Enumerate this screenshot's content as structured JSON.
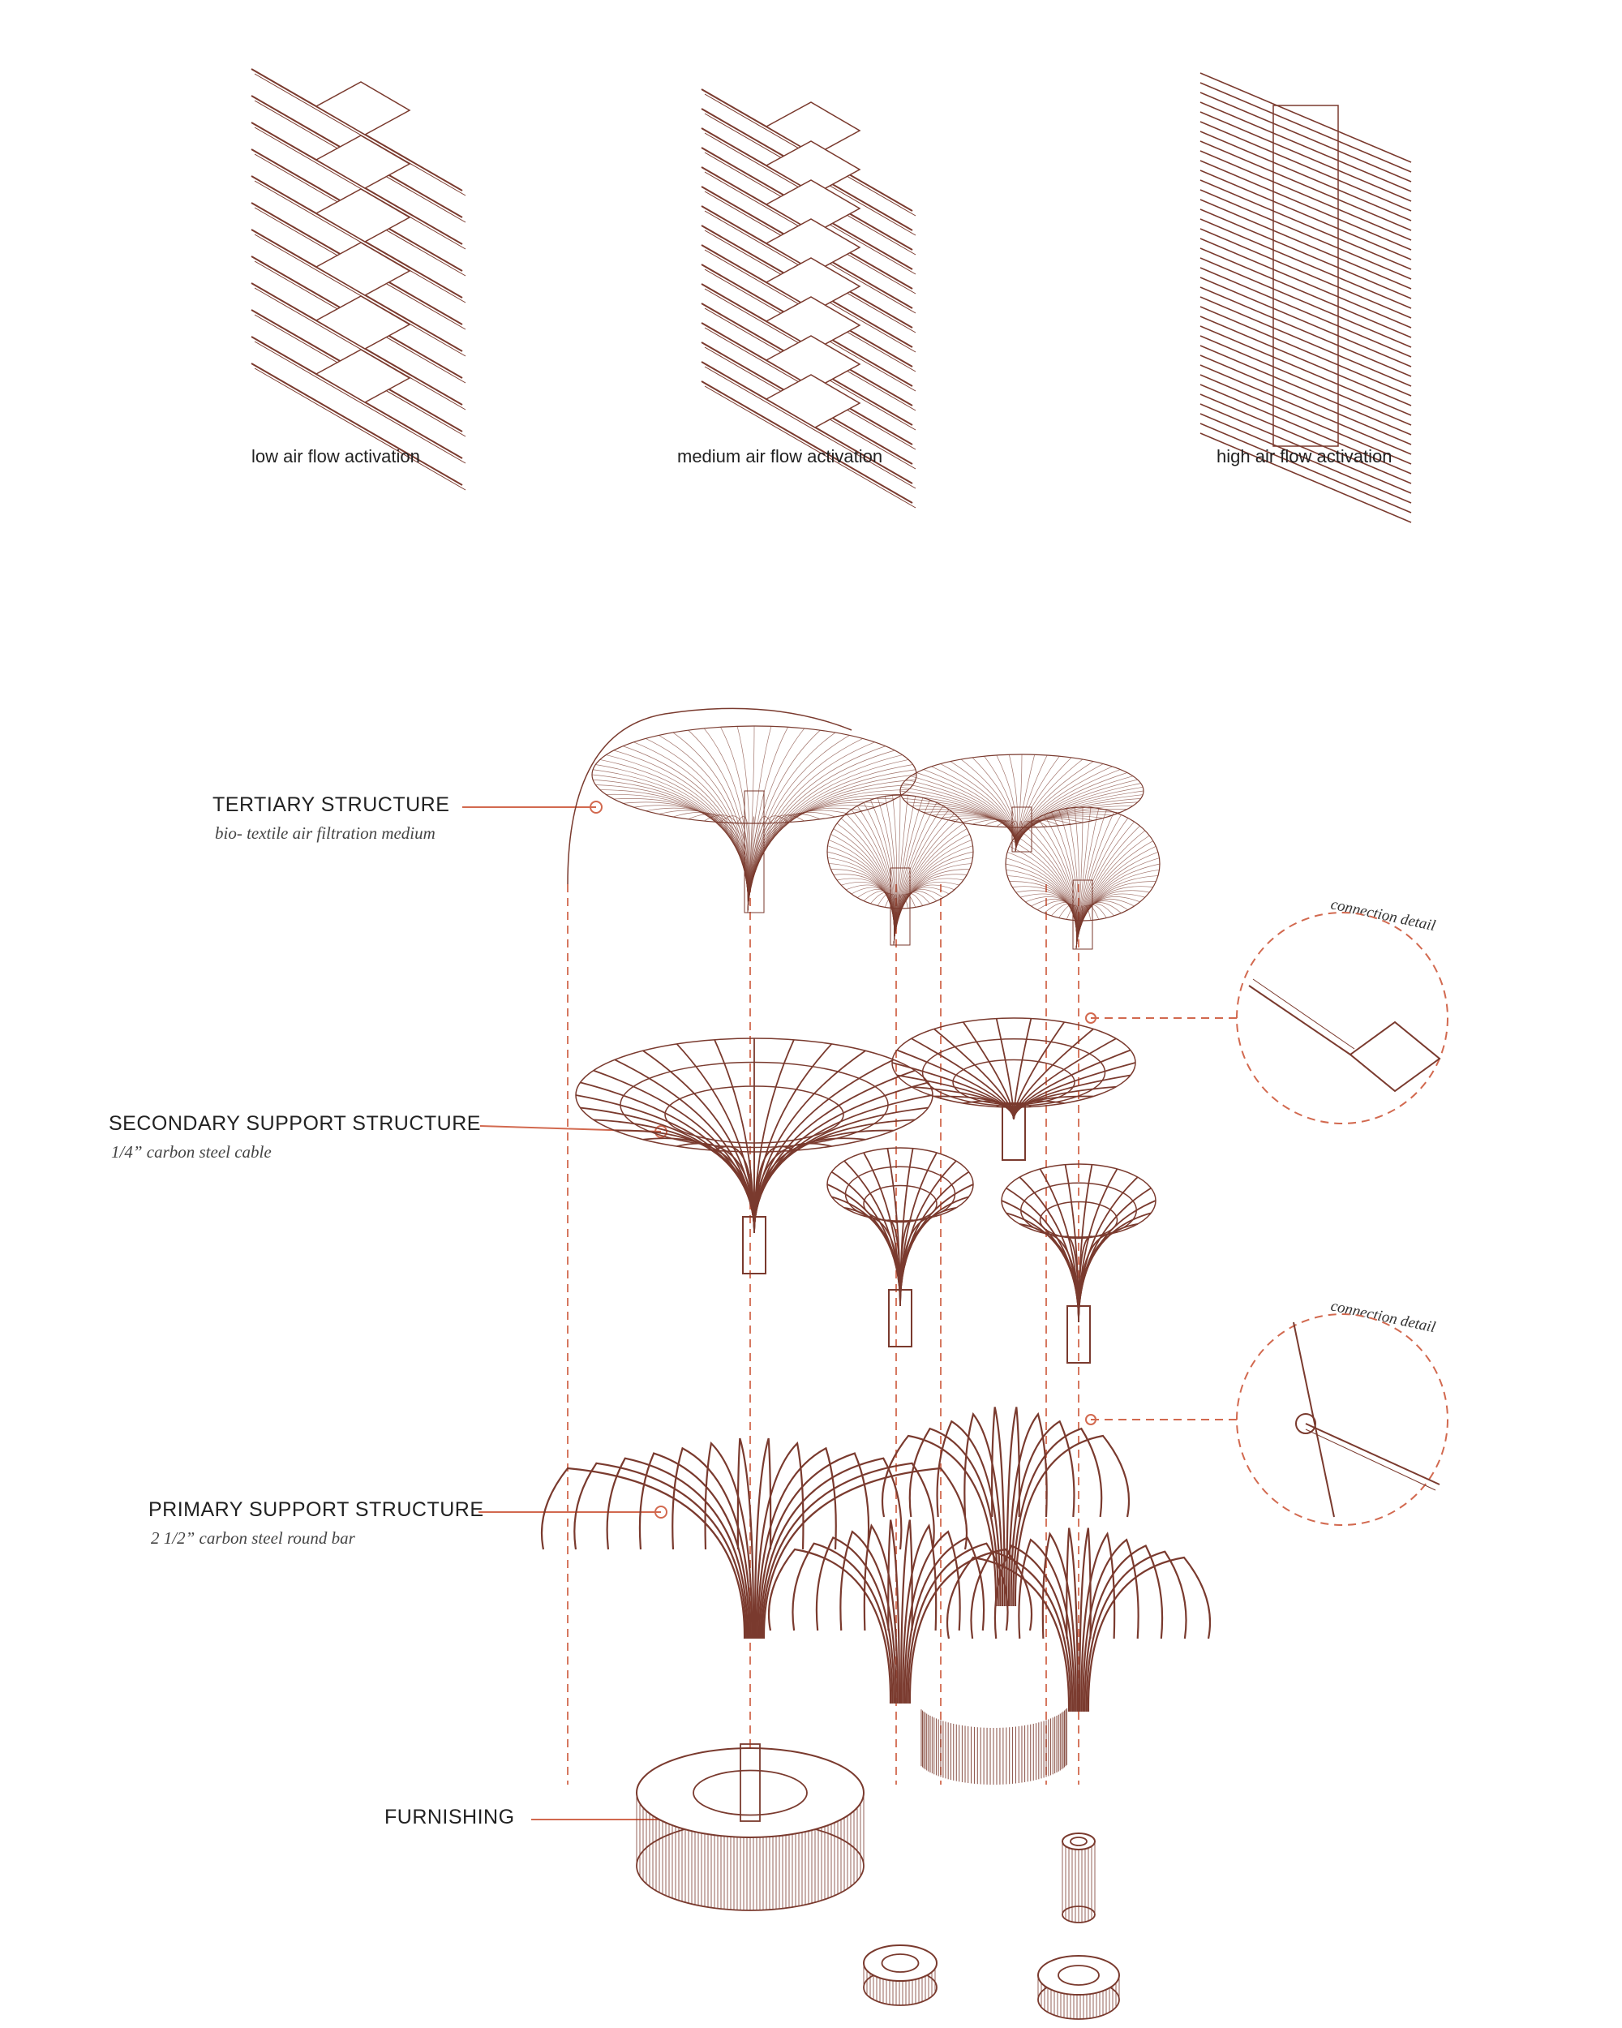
{
  "activation": {
    "low": "low air flow activation",
    "medium": "medium air flow activation",
    "high": "high air flow activation"
  },
  "layers": {
    "tertiary": {
      "title": "TERTIARY STRUCTURE",
      "subtitle": "bio- textile air filtration medium"
    },
    "secondary": {
      "title": "SECONDARY SUPPORT STRUCTURE",
      "subtitle": "1/4” carbon steel cable"
    },
    "primary": {
      "title": "PRIMARY SUPPORT STRUCTURE",
      "subtitle": "2 1/2” carbon steel round bar"
    },
    "furnishing": {
      "title": "FURNISHING"
    }
  },
  "details": {
    "connection_1": "connection detail",
    "connection_2": "connection detail"
  },
  "colors": {
    "line": "#7a3a2e",
    "accent": "#d2694f",
    "text": "#222222"
  }
}
